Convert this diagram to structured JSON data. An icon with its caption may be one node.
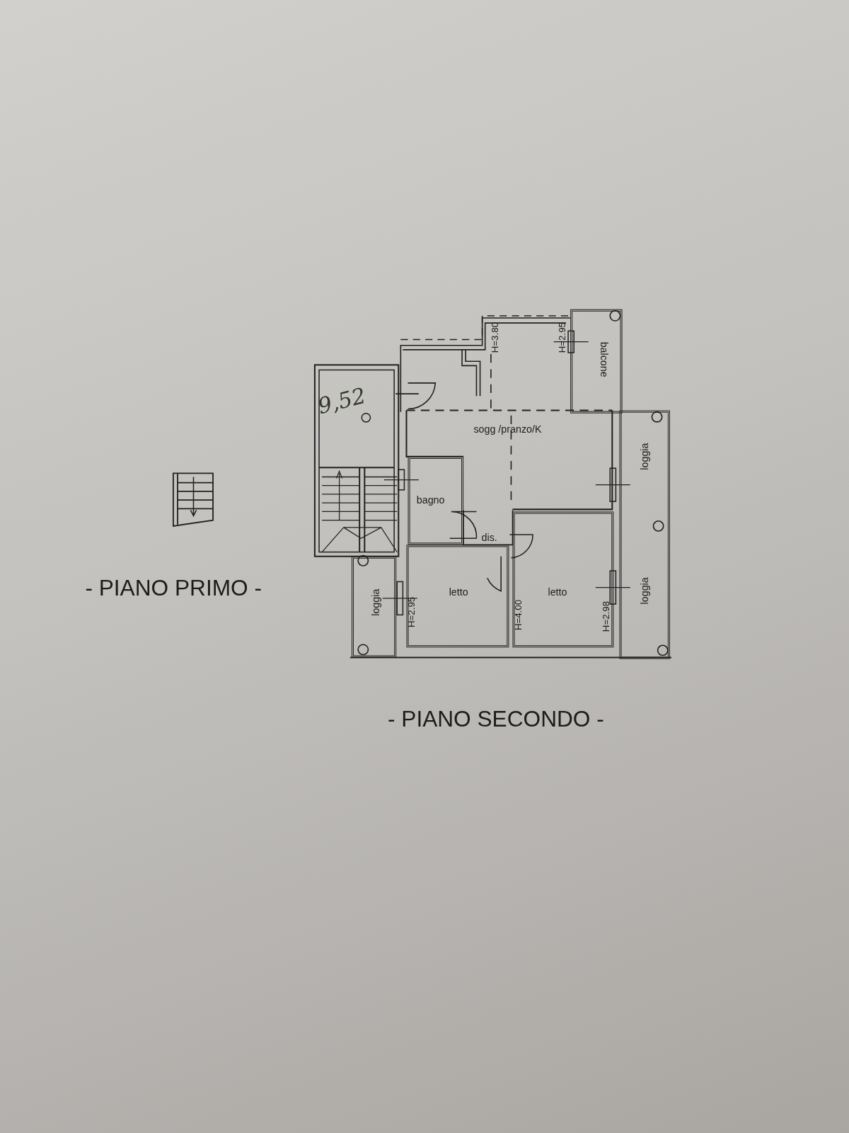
{
  "diagram": {
    "nodes": [
      {
        "text": [
          "sogg /pranzo/K"
        ]
      },
      {
        "text": [
          "bagno"
        ]
      },
      {
        "text": [
          "dis."
        ]
      },
      {
        "text": [
          "letto"
        ]
      },
      {
        "text": [
          "letto"
        ]
      },
      {
        "text": [
          "loggia"
        ]
      },
      {
        "text": [
          "balcone"
        ]
      },
      {
        "text": [
          "loggia",
          "loggia"
        ]
      }
    ],
    "edges": [],
    "labels": [
      "H=3.80",
      "H=2.95",
      "9,52",
      "- PIANO PRIMO -",
      "H=2.95",
      "H=4.00",
      "H=2.98",
      "- PIANO SECONDO -"
    ]
  }
}
